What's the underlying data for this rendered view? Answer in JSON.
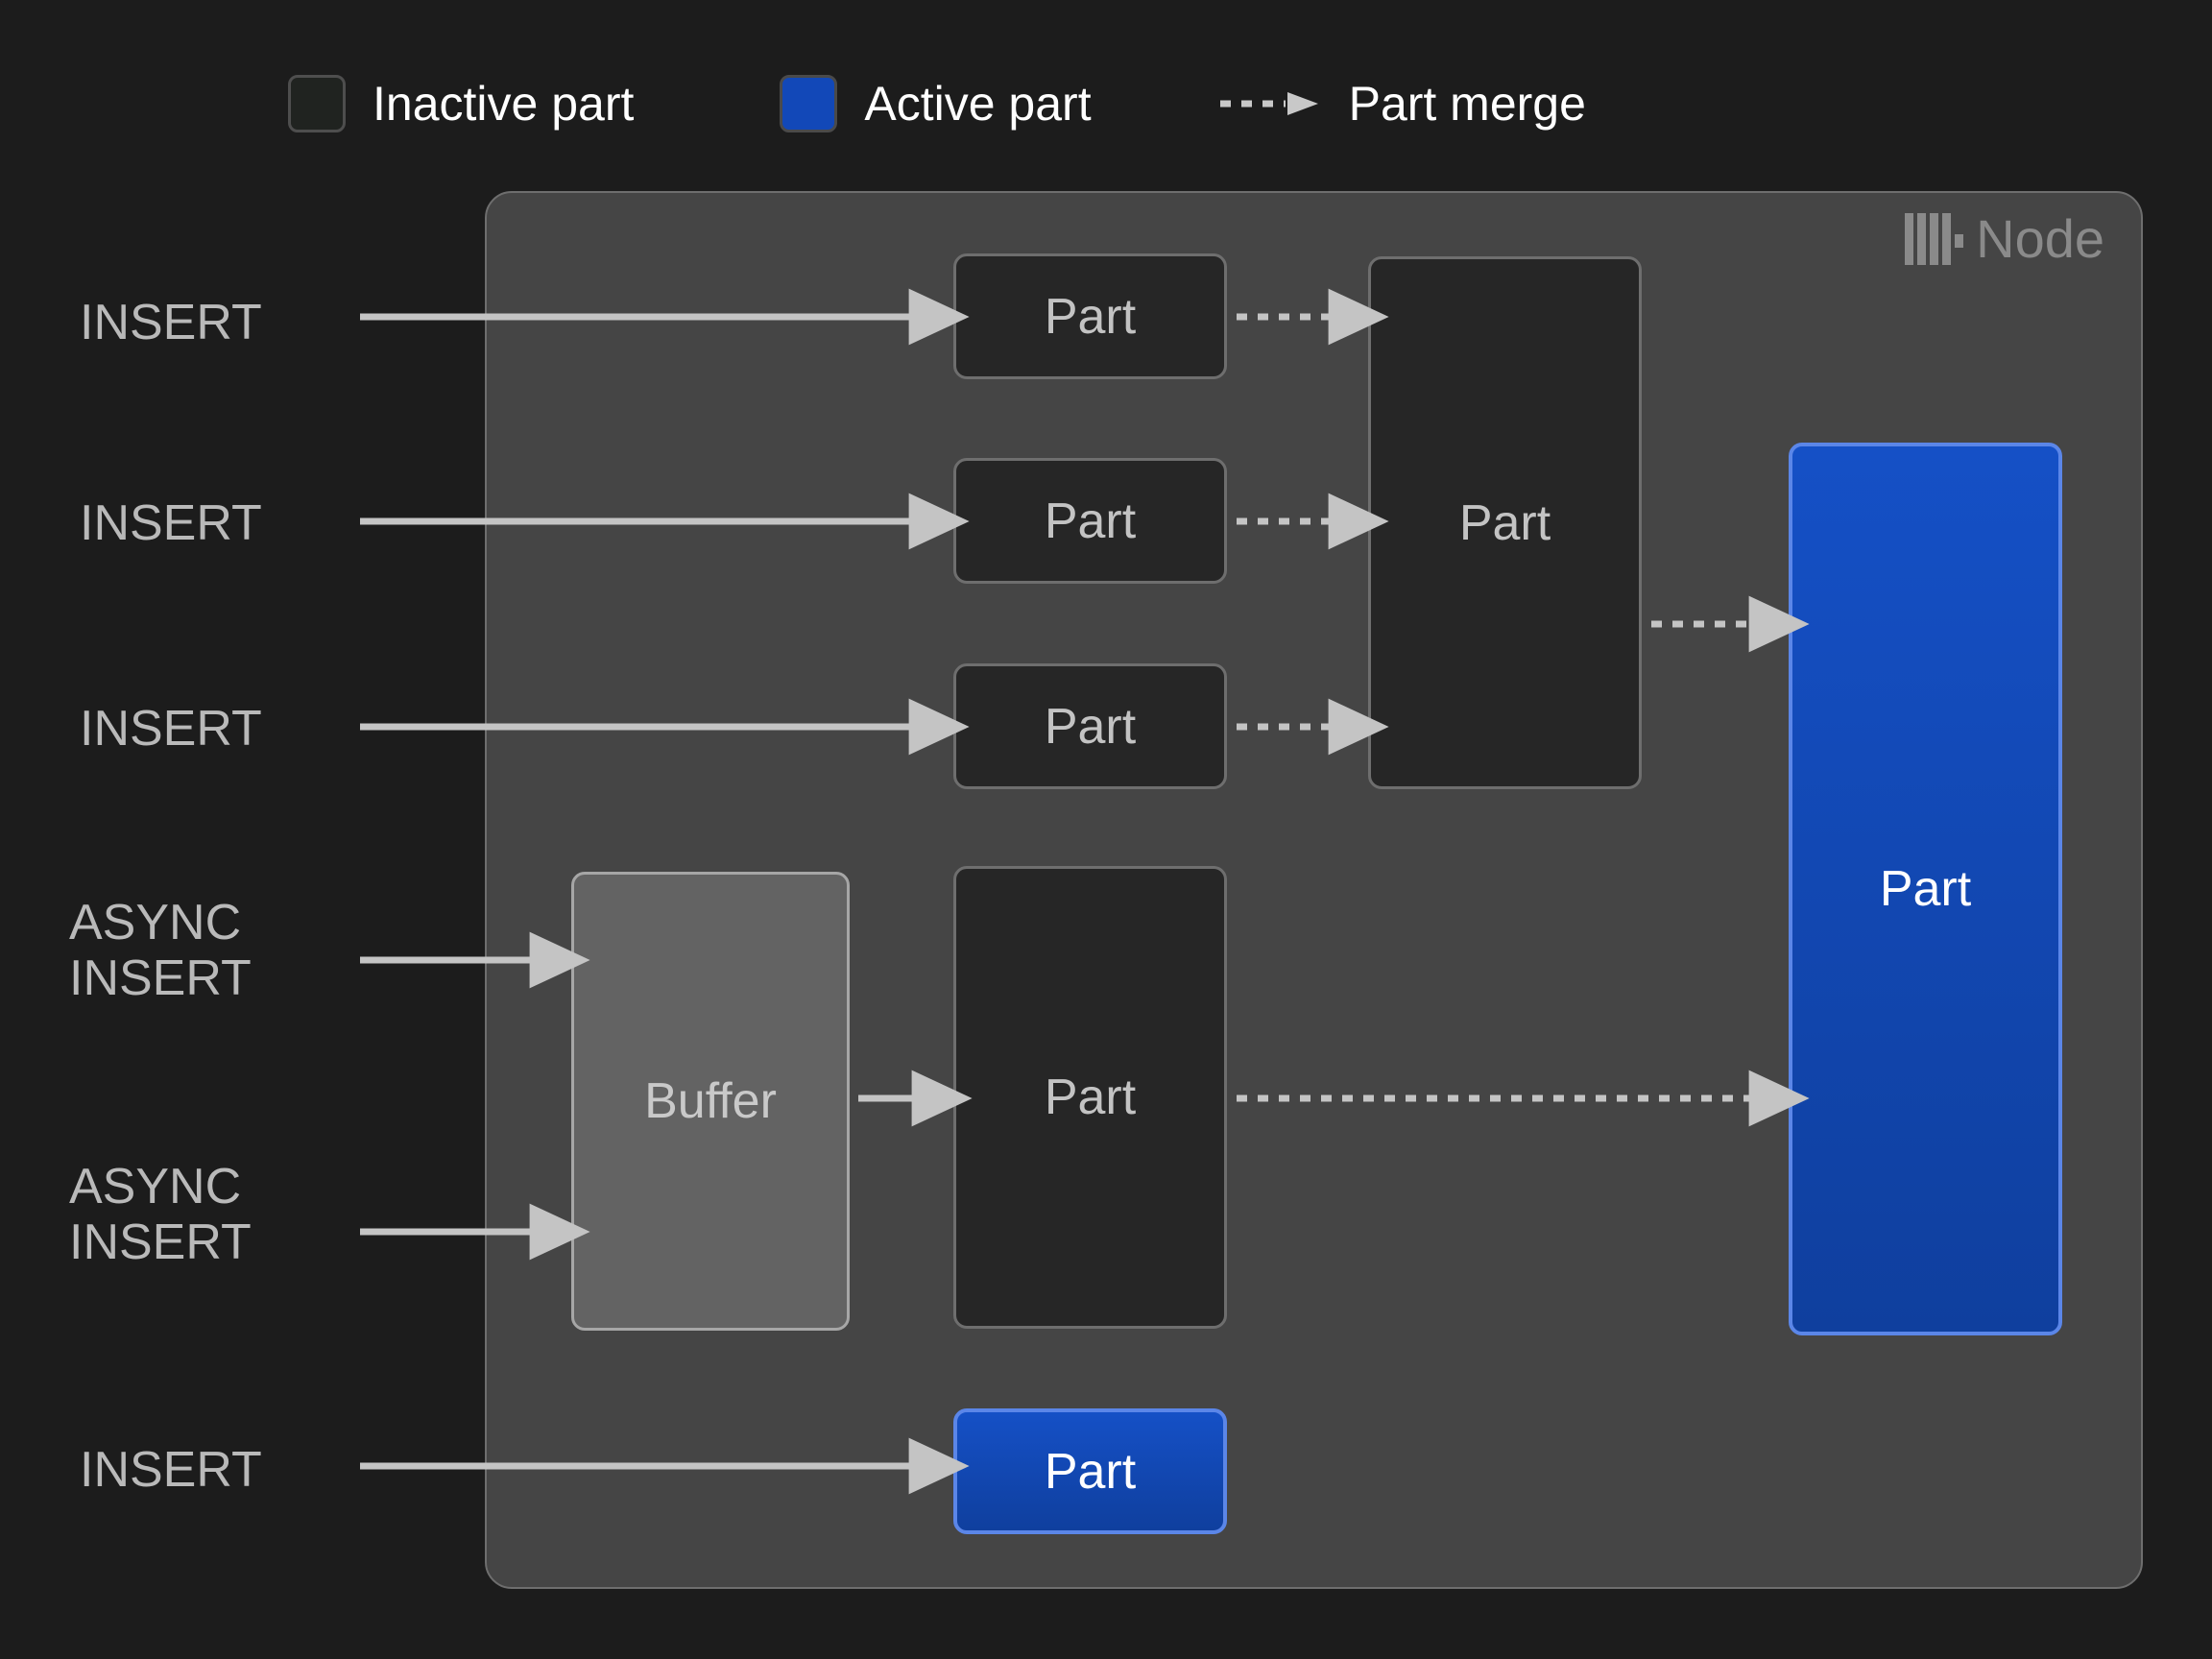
{
  "legend": {
    "items": [
      {
        "id": "inactive-part",
        "swatch": "inactive-swatch",
        "label": "Inactive part"
      },
      {
        "id": "active-part",
        "swatch": "active-swatch",
        "label": "Active part"
      },
      {
        "id": "part-merge",
        "swatch": "dashed-arrow-icon",
        "label": "Part merge"
      }
    ]
  },
  "node": {
    "label": "Node",
    "logo": "clickhouse-logo-icon"
  },
  "sources": [
    {
      "id": "insert-1",
      "label": "INSERT"
    },
    {
      "id": "insert-2",
      "label": "INSERT"
    },
    {
      "id": "insert-3",
      "label": "INSERT"
    },
    {
      "id": "async-insert-1",
      "label": "ASYNC\nINSERT"
    },
    {
      "id": "async-insert-2",
      "label": "ASYNC\nINSERT"
    },
    {
      "id": "insert-4",
      "label": "INSERT"
    }
  ],
  "boxes": {
    "part_small_1": "Part",
    "part_small_2": "Part",
    "part_small_3": "Part",
    "part_merged_mid": "Part",
    "buffer": "Buffer",
    "part_from_buffer": "Part",
    "part_final_active": "Part",
    "part_bottom_active": "Part"
  },
  "colors": {
    "background": "#1c1c1c",
    "node_fill": "#454545",
    "node_border": "#6e6e6e",
    "inactive_part_fill": "#262626",
    "inactive_part_border": "#6e6e6e",
    "active_part_fill": "#1248b8",
    "active_part_border": "#5b86e8",
    "buffer_fill": "#636363",
    "buffer_border": "#a6a6a6",
    "arrow": "#c4c4c4",
    "label_text": "#b9b9b9",
    "legend_text": "#ffffff",
    "node_label_text": "#8a8a8a"
  },
  "diagram_flow": {
    "description": "INSERT statements create parts inside a ClickHouse node; small inactive parts merge into larger parts, finally producing one active part. ASYNC INSERTs land in a Buffer which flushes into a part that also merges into the final active part.",
    "edges": [
      {
        "from": "insert-1",
        "to": "part_small_1",
        "style": "solid"
      },
      {
        "from": "insert-2",
        "to": "part_small_2",
        "style": "solid"
      },
      {
        "from": "insert-3",
        "to": "part_small_3",
        "style": "solid"
      },
      {
        "from": "part_small_1",
        "to": "part_merged_mid",
        "style": "dashed"
      },
      {
        "from": "part_small_2",
        "to": "part_merged_mid",
        "style": "dashed"
      },
      {
        "from": "part_small_3",
        "to": "part_merged_mid",
        "style": "dashed"
      },
      {
        "from": "part_merged_mid",
        "to": "part_final_active",
        "style": "dashed"
      },
      {
        "from": "async-insert-1",
        "to": "buffer",
        "style": "solid"
      },
      {
        "from": "async-insert-2",
        "to": "buffer",
        "style": "solid"
      },
      {
        "from": "buffer",
        "to": "part_from_buffer",
        "style": "solid"
      },
      {
        "from": "part_from_buffer",
        "to": "part_final_active",
        "style": "dashed"
      },
      {
        "from": "insert-4",
        "to": "part_bottom_active",
        "style": "solid"
      }
    ]
  }
}
